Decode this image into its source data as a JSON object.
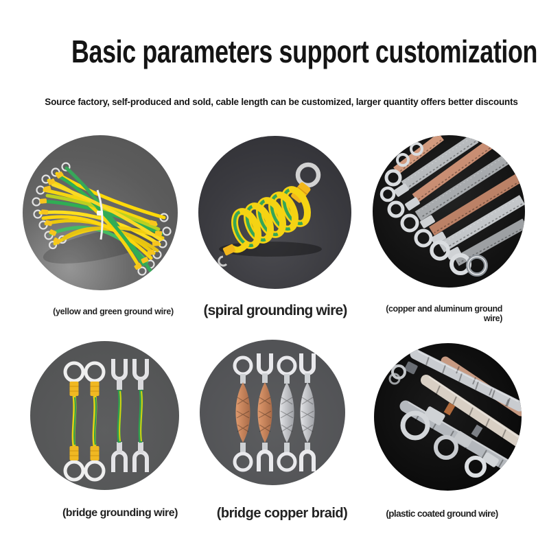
{
  "header": {
    "title": "Basic parameters support customization",
    "subtitle": "Source factory, self-produced and sold, cable length can be customized, larger quantity offers better discounts"
  },
  "products": [
    {
      "id": "yellow-green-ground-wire",
      "caption": "(yellow and green ground wire)",
      "image": "yellow-green-wire-bundle-photo",
      "photo_bg": "#636363"
    },
    {
      "id": "spiral-grounding-wire",
      "caption": "(spiral grounding wire)",
      "image": "spiral-wire-photo",
      "photo_bg": "#3b3b40"
    },
    {
      "id": "copper-aluminum-ground-wire",
      "caption": "(copper and aluminum ground\nwire)",
      "image": "braided-straps-photo",
      "photo_bg": "#141414"
    },
    {
      "id": "bridge-grounding-wire",
      "caption": "(bridge grounding wire)",
      "image": "bridge-wires-photo",
      "photo_bg": "#58595a"
    },
    {
      "id": "bridge-copper-braid",
      "caption": "(bridge copper braid)",
      "image": "bridge-braids-photo",
      "photo_bg": "#57585a"
    },
    {
      "id": "plastic-coated-ground-wire",
      "caption": "(plastic coated ground wire)",
      "image": "coated-cables-photo",
      "photo_bg": "#0e0e0e"
    }
  ],
  "colors": {
    "text": "#141414",
    "wire_yellow": "#f5d313",
    "wire_green": "#35a557",
    "copper": "#c98e73",
    "silver": "#c9ccd0"
  }
}
